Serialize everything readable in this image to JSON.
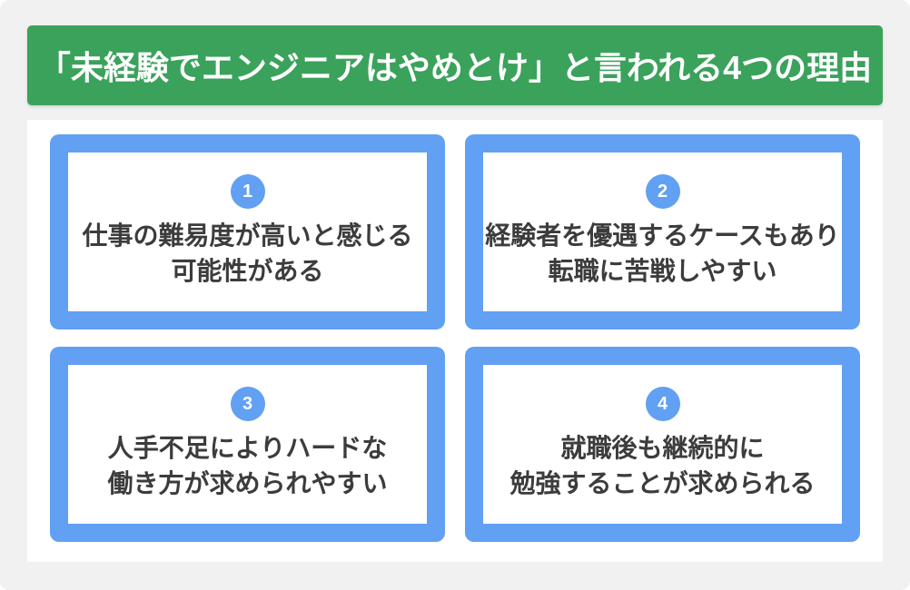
{
  "banner": {
    "title": "「未経験でエンジニアはやめとけ」と言われる4つの理由"
  },
  "cards": [
    {
      "number": "1",
      "line1": "仕事の難易度が高いと感じる",
      "line2": "可能性がある"
    },
    {
      "number": "2",
      "line1": "経験者を優遇するケースもあり",
      "line2": "転職に苦戦しやすい"
    },
    {
      "number": "3",
      "line1": "人手不足によりハードな",
      "line2": "働き方が求められやすい"
    },
    {
      "number": "4",
      "line1": "就職後も継続的に",
      "line2": "勉強することが求められる"
    }
  ],
  "colors": {
    "banner_green": "#3BA25C",
    "card_blue": "#61A0F2",
    "background_gray": "#F0F1F0",
    "text_dark": "#3C3C3C",
    "white": "#FFFFFF"
  }
}
